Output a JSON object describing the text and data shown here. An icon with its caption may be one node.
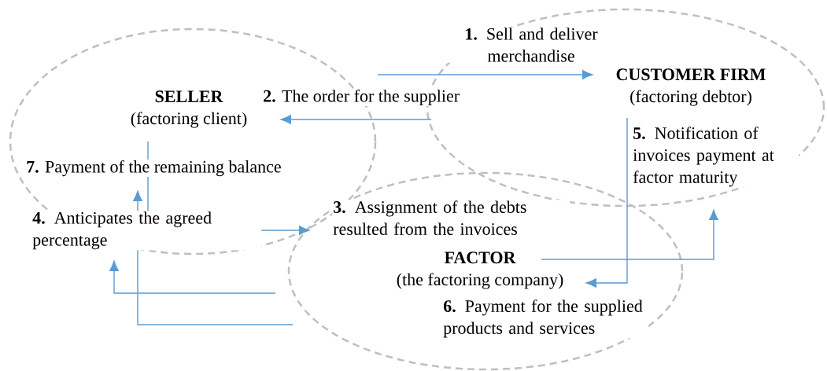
{
  "diagram": {
    "nodes": [
      {
        "text": [],
        "shape": "ellipse"
      },
      {
        "text": [
          "SELLER",
          "(factoring client)"
        ],
        "in": 0
      },
      {
        "text": [],
        "shape": "ellipse"
      },
      {
        "text": [
          "CUSTOMER FIRM",
          "(factoring debtor)"
        ],
        "in": 2
      },
      {
        "text": [],
        "shape": "ellipse"
      },
      {
        "text": [
          "FACTOR",
          "(the factoring company)"
        ],
        "in": 4
      }
    ],
    "edges": [
      {
        "from": 0,
        "to": 3,
        "arrow": "to",
        "label": "**1.** Sell and deliver merchandise"
      },
      {
        "from": 2,
        "to": 1,
        "arrow": "to",
        "label": "**2.** The order for the supplier"
      },
      {
        "from": 1,
        "to": 4,
        "arrow": "to",
        "label": "**3.** Assignment of the debts resulted from the invoices"
      },
      {
        "from": 4,
        "to": 0,
        "arrow": "to",
        "label": "**4.** Anticipates the agreed percentage"
      },
      {
        "from": 3,
        "to": 5,
        "arrow": "to",
        "label": "**5.** Notification of invoices payment at factor maturity"
      },
      {
        "from": 5,
        "to": 2,
        "arrow": "to",
        "label": "**6.** Payment for the supplied products and services"
      },
      {
        "from": 4,
        "to": 1,
        "arrow": "to",
        "label": "**7.** Payment of the remaining balance"
      }
    ]
  }
}
